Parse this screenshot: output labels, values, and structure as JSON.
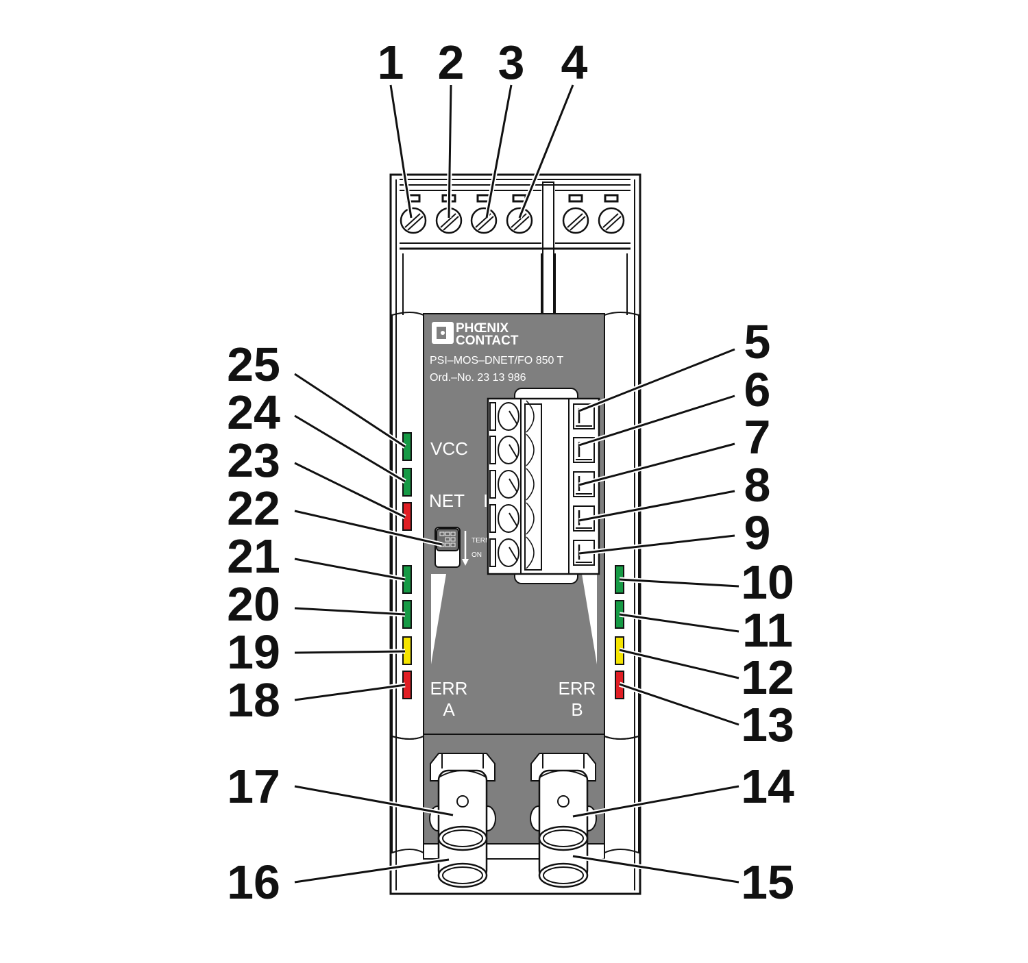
{
  "device": {
    "brand_line1": "PHŒNIX",
    "brand_line2": "CONTACT",
    "model": "PSI–MOS–DNET/FO 850 T",
    "order_number": "Ord.–No.  23  13  986",
    "labels": {
      "vcc": "VCC",
      "net": "NET",
      "net_suffix": "I",
      "term": "TERM",
      "on": "ON",
      "err_a_line1": "ERR",
      "err_a_line2": "A",
      "err_b_line1": "ERR",
      "err_b_line2": "B"
    }
  },
  "colors": {
    "panel_gray": "#7f7f7f",
    "led_green": "#169a45",
    "led_red": "#e01e24",
    "led_yellow": "#f5e400",
    "line": "#111111"
  },
  "leds": {
    "left": [
      {
        "id": 25,
        "color": "green"
      },
      {
        "id": 24,
        "color": "green"
      },
      {
        "id": 23,
        "color": "red"
      },
      {
        "id": 21,
        "color": "green"
      },
      {
        "id": 20,
        "color": "green"
      },
      {
        "id": 19,
        "color": "yellow"
      },
      {
        "id": 18,
        "color": "red"
      }
    ],
    "right": [
      {
        "id": 10,
        "color": "green"
      },
      {
        "id": 11,
        "color": "green"
      },
      {
        "id": 12,
        "color": "yellow"
      },
      {
        "id": 13,
        "color": "red"
      }
    ]
  },
  "callouts": [
    "1",
    "2",
    "3",
    "4",
    "5",
    "6",
    "7",
    "8",
    "9",
    "10",
    "11",
    "12",
    "13",
    "14",
    "15",
    "16",
    "17",
    "18",
    "19",
    "20",
    "21",
    "22",
    "23",
    "24",
    "25"
  ]
}
